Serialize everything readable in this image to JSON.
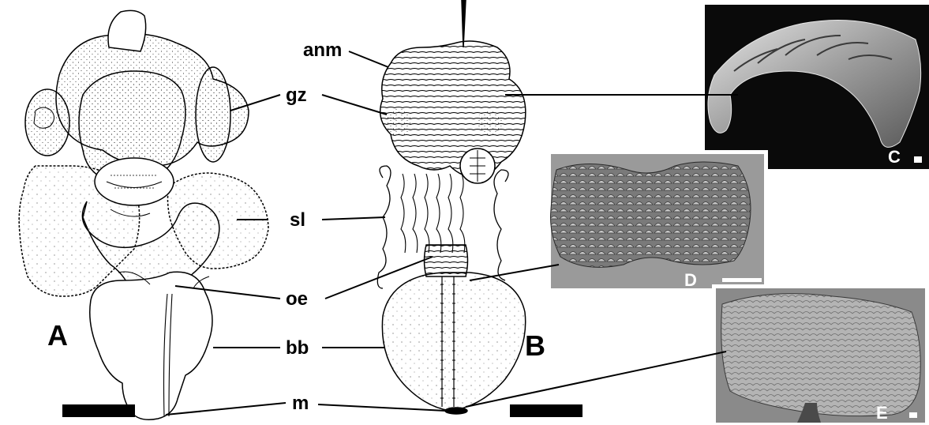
{
  "panels": {
    "a": "A",
    "b": "B",
    "c": "C",
    "d": "D",
    "e": "E"
  },
  "labels": {
    "anm": "anm",
    "gz": "gz",
    "sl": "sl",
    "oe": "oe",
    "bb": "bb",
    "m": "m"
  },
  "colors": {
    "ink": "#000000",
    "paper": "#ffffff",
    "sem_background": "#0a0a0a",
    "sem_grey": "#9a9a9a"
  }
}
